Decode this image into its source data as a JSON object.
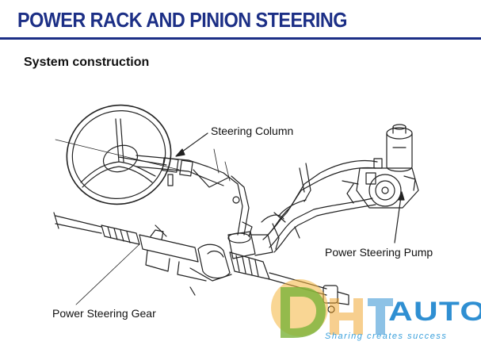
{
  "header": {
    "title": "POWER RACK AND PINION STEERING"
  },
  "section": {
    "subtitle": "System construction"
  },
  "callouts": {
    "steering_column": "Steering Column",
    "power_steering_pump": "Power Steering Pump",
    "power_steering_gear": "Power Steering Gear"
  },
  "watermark": {
    "logo_text": "DHT AUTO",
    "auto": "AUTO",
    "slogan": "Sharing creates success"
  },
  "colors": {
    "title": "#1c2f86",
    "line": "#222222",
    "watermark_orange": "#f0a020",
    "watermark_green": "#7bb33a",
    "watermark_blue": "#2f8fd2"
  }
}
